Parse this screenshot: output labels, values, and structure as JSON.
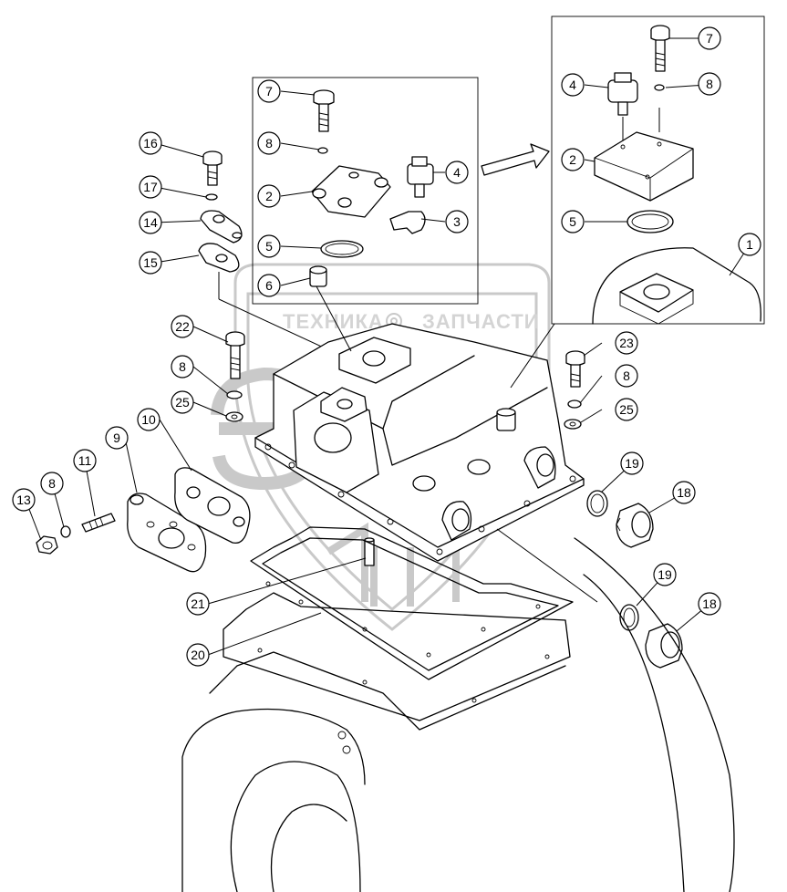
{
  "watermark": {
    "text_left": "ТЕХНИКА",
    "text_right": "ЗАПЧАСТИ",
    "logo": "эпф"
  },
  "callouts": [
    {
      "id": "c1",
      "label": "1"
    },
    {
      "id": "c2a",
      "label": "2"
    },
    {
      "id": "c2b",
      "label": "2"
    },
    {
      "id": "c3",
      "label": "3"
    },
    {
      "id": "c4a",
      "label": "4"
    },
    {
      "id": "c4b",
      "label": "4"
    },
    {
      "id": "c5a",
      "label": "5"
    },
    {
      "id": "c5b",
      "label": "5"
    },
    {
      "id": "c6",
      "label": "6"
    },
    {
      "id": "c7a",
      "label": "7"
    },
    {
      "id": "c7b",
      "label": "7"
    },
    {
      "id": "c8a",
      "label": "8"
    },
    {
      "id": "c8b",
      "label": "8"
    },
    {
      "id": "c8c",
      "label": "8"
    },
    {
      "id": "c8d",
      "label": "8"
    },
    {
      "id": "c8e",
      "label": "8"
    },
    {
      "id": "c9",
      "label": "9"
    },
    {
      "id": "c10",
      "label": "10"
    },
    {
      "id": "c11",
      "label": "11"
    },
    {
      "id": "c13",
      "label": "13"
    },
    {
      "id": "c14",
      "label": "14"
    },
    {
      "id": "c15",
      "label": "15"
    },
    {
      "id": "c16",
      "label": "16"
    },
    {
      "id": "c17",
      "label": "17"
    },
    {
      "id": "c18a",
      "label": "18"
    },
    {
      "id": "c18b",
      "label": "18"
    },
    {
      "id": "c19a",
      "label": "19"
    },
    {
      "id": "c19b",
      "label": "19"
    },
    {
      "id": "c20",
      "label": "20"
    },
    {
      "id": "c21",
      "label": "21"
    },
    {
      "id": "c22",
      "label": "22"
    },
    {
      "id": "c23",
      "label": "23"
    },
    {
      "id": "c25a",
      "label": "25"
    },
    {
      "id": "c25b",
      "label": "25"
    }
  ]
}
